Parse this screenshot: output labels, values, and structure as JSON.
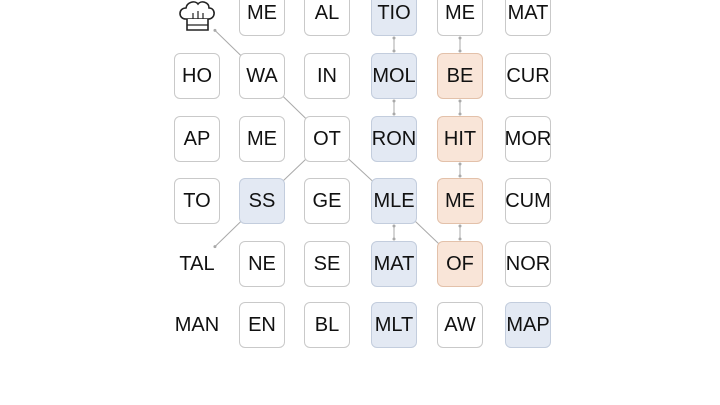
{
  "grid": {
    "rows": [
      [
        {
          "text": "",
          "style": "plain",
          "icon": "chef-hat-icon"
        },
        {
          "text": "ME",
          "style": "white"
        },
        {
          "text": "AL",
          "style": "white"
        },
        {
          "text": "TIO",
          "style": "blue"
        },
        {
          "text": "ME",
          "style": "white"
        },
        {
          "text": "MAT",
          "style": "white"
        }
      ],
      [
        {
          "text": "HO",
          "style": "white"
        },
        {
          "text": "WA",
          "style": "white"
        },
        {
          "text": "IN",
          "style": "white"
        },
        {
          "text": "MOL",
          "style": "blue"
        },
        {
          "text": "BE",
          "style": "orange"
        },
        {
          "text": "CUR",
          "style": "white"
        }
      ],
      [
        {
          "text": "AP",
          "style": "white"
        },
        {
          "text": "ME",
          "style": "white"
        },
        {
          "text": "OT",
          "style": "white"
        },
        {
          "text": "RON",
          "style": "blue"
        },
        {
          "text": "HIT",
          "style": "orange"
        },
        {
          "text": "MOR",
          "style": "white"
        }
      ],
      [
        {
          "text": "TO",
          "style": "white"
        },
        {
          "text": "SS",
          "style": "blue"
        },
        {
          "text": "GE",
          "style": "white"
        },
        {
          "text": "MLE",
          "style": "blue"
        },
        {
          "text": "ME",
          "style": "orange"
        },
        {
          "text": "CUM",
          "style": "white"
        }
      ],
      [
        {
          "text": "TAL",
          "style": "plain"
        },
        {
          "text": "NE",
          "style": "white"
        },
        {
          "text": "SE",
          "style": "white"
        },
        {
          "text": "MAT",
          "style": "blue"
        },
        {
          "text": "OF",
          "style": "orange"
        },
        {
          "text": "NOR",
          "style": "white"
        }
      ],
      [
        {
          "text": "MAN",
          "style": "plain"
        },
        {
          "text": "EN",
          "style": "white"
        },
        {
          "text": "BL",
          "style": "white"
        },
        {
          "text": "MLT",
          "style": "blue"
        },
        {
          "text": "AW",
          "style": "white"
        },
        {
          "text": "MAP",
          "style": "blue"
        }
      ]
    ]
  },
  "path_links": [
    {
      "from": [
        0,
        0
      ],
      "to": [
        1,
        1
      ]
    },
    {
      "from": [
        1,
        1
      ],
      "to": [
        2,
        2
      ]
    },
    {
      "from": [
        2,
        2
      ],
      "to": [
        3,
        1
      ]
    },
    {
      "from": [
        3,
        1
      ],
      "to": [
        4,
        0
      ]
    },
    {
      "from": [
        2,
        2
      ],
      "to": [
        3,
        3
      ]
    },
    {
      "from": [
        3,
        3
      ],
      "to": [
        4,
        4
      ]
    },
    {
      "from": [
        0,
        3
      ],
      "to": [
        1,
        3
      ]
    },
    {
      "from": [
        1,
        3
      ],
      "to": [
        2,
        3
      ]
    },
    {
      "from": [
        3,
        3
      ],
      "to": [
        4,
        3
      ]
    },
    {
      "from": [
        0,
        4
      ],
      "to": [
        1,
        4
      ]
    },
    {
      "from": [
        1,
        4
      ],
      "to": [
        2,
        4
      ]
    },
    {
      "from": [
        2,
        4
      ],
      "to": [
        3,
        4
      ]
    },
    {
      "from": [
        3,
        4
      ],
      "to": [
        4,
        4
      ]
    }
  ],
  "colors": {
    "blue_tile": "#e3e9f3",
    "orange_tile": "#f9e5d8",
    "link": "#a9a9a9"
  }
}
